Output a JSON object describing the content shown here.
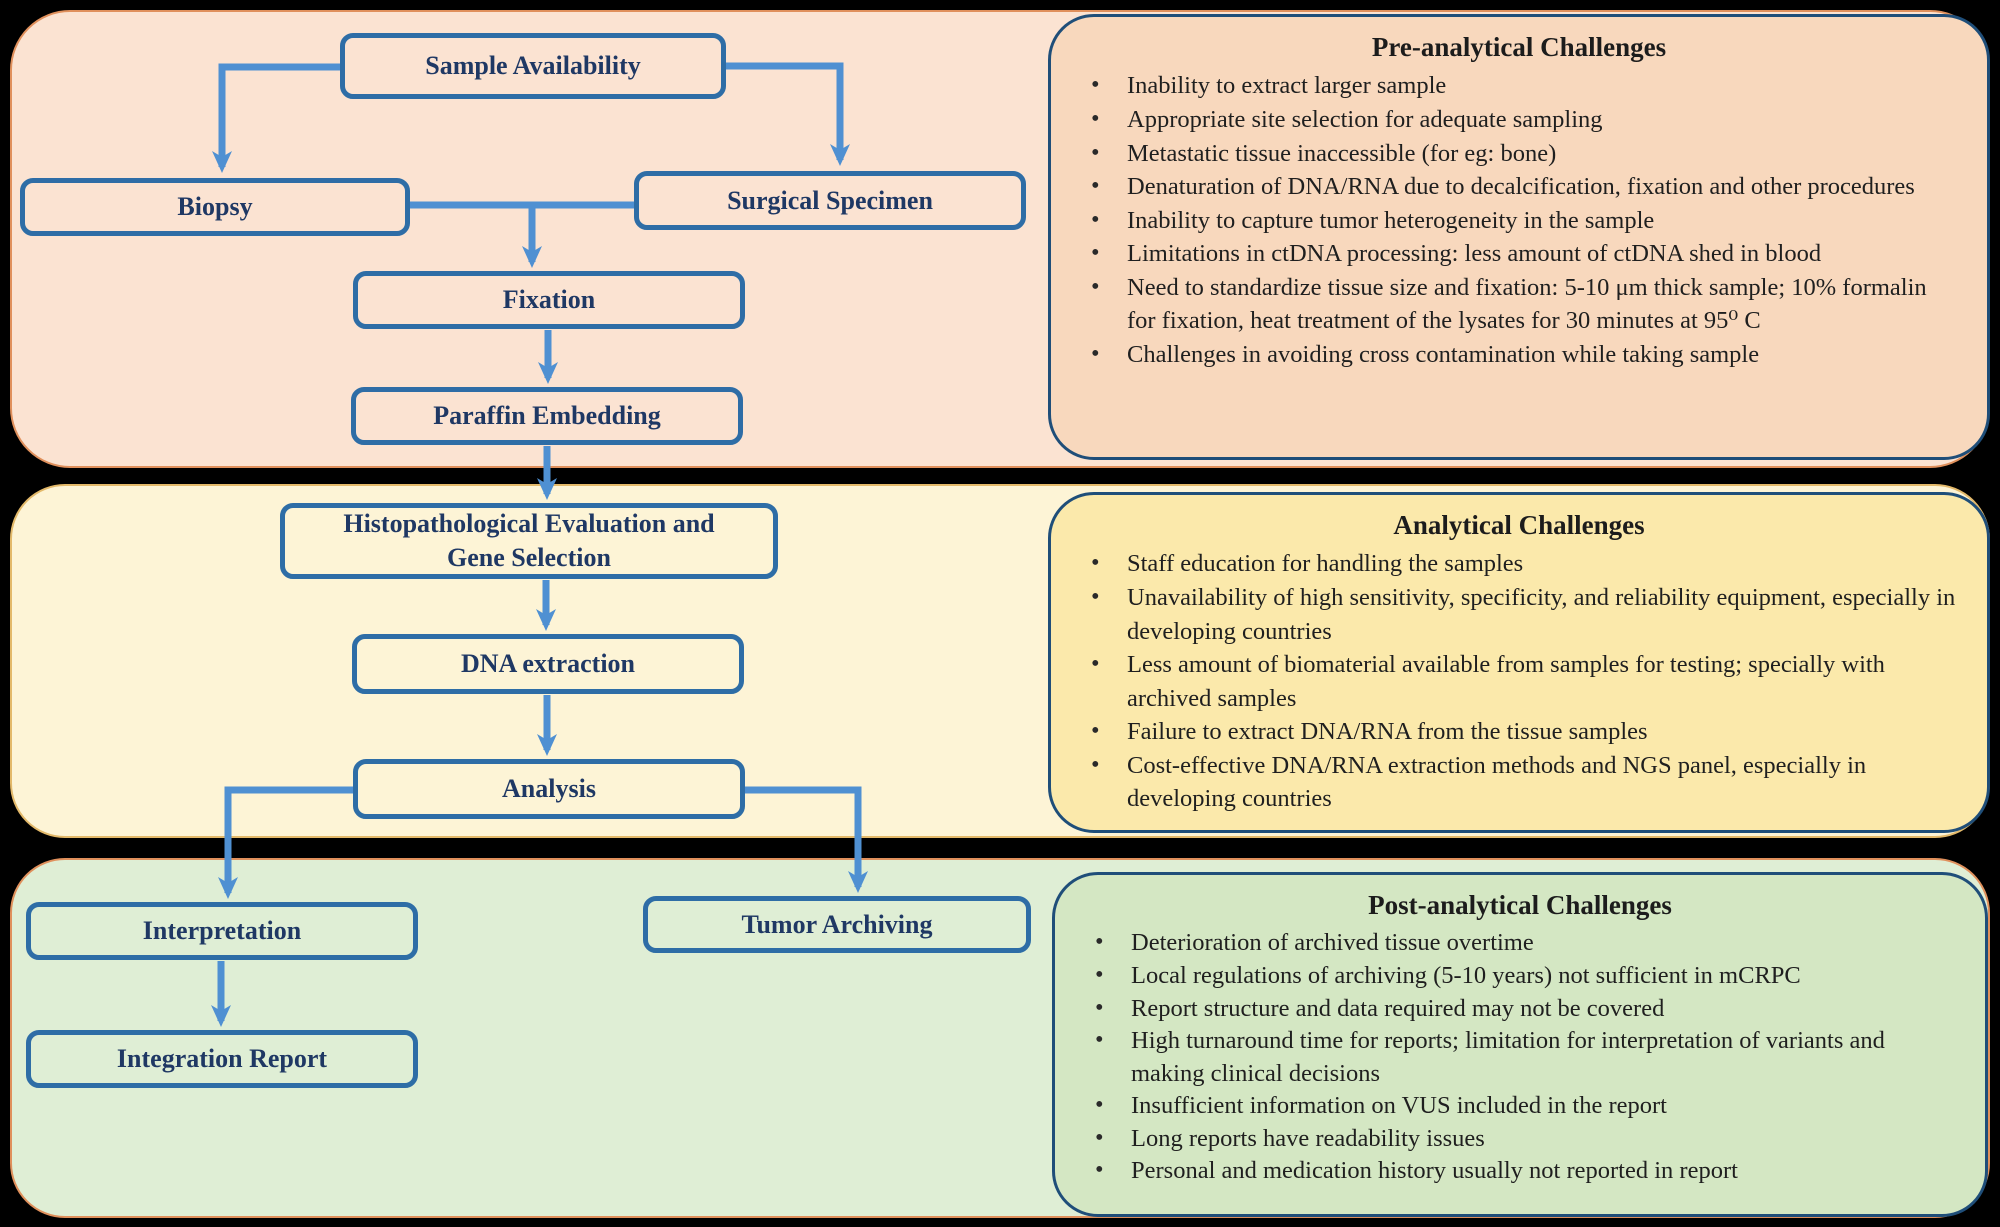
{
  "figure": {
    "type": "flowchart-with-challenge-panels",
    "description_visible": "Tissue sample workflow with pre-analytical, analytical and post-analytical challenges"
  },
  "flowchart": {
    "nodes": {
      "sample_availability": "Sample Availability",
      "biopsy": "Biopsy",
      "surgical_specimen": "Surgical Specimen",
      "fixation": "Fixation",
      "paraffin_embedding": "Paraffin Embedding",
      "histopathological": "Histopathological Evaluation and Gene Selection",
      "dna_extraction": "DNA extraction",
      "analysis": "Analysis",
      "interpretation": "Interpretation",
      "tumor_archiving": "Tumor Archiving",
      "integration_report": "Integration Report"
    },
    "edges": [
      "Sample Availability -> Biopsy",
      "Sample Availability -> Surgical Specimen",
      "Biopsy + Surgical Specimen -> Fixation",
      "Fixation -> Paraffin Embedding",
      "Paraffin Embedding -> Histopathological Evaluation and Gene Selection",
      "Histopathological Evaluation and Gene Selection -> DNA extraction",
      "DNA extraction -> Analysis",
      "Analysis -> Interpretation",
      "Analysis -> Tumor Archiving",
      "Interpretation -> Integration Report"
    ]
  },
  "panels": [
    {
      "title": "Pre-analytical Challenges",
      "items": [
        "Inability to extract larger sample",
        "Appropriate site selection for adequate sampling",
        "Metastatic tissue inaccessible (for eg: bone)",
        "Denaturation of DNA/RNA due to decalcification, fixation and other procedures",
        "Inability to capture tumor heterogeneity in the sample",
        "Limitations in ctDNA processing: less amount of ctDNA shed in blood",
        "Need to standardize tissue size and fixation: 5-10 μm thick sample; 10% formalin for fixation, heat treatment of the lysates for 30 minutes at 95⁰ C",
        "Challenges in avoiding cross contamination while taking sample"
      ]
    },
    {
      "title": "Analytical Challenges",
      "items": [
        "Staff education for handling the samples",
        "Unavailability of high sensitivity, specificity, and reliability equipment, especially in developing countries",
        "Less amount of biomaterial available from samples for testing; specially with archived samples",
        "Failure to extract DNA/RNA from the tissue samples",
        "Cost-effective DNA/RNA extraction methods and NGS panel, especially in developing countries"
      ]
    },
    {
      "title": "Post-analytical Challenges",
      "items": [
        "Deterioration of archived tissue overtime",
        "Local regulations of archiving (5-10 years) not sufficient in mCRPC",
        "Report structure and data required may not be covered",
        "High turnaround time for reports; limitation for interpretation of variants and making clinical decisions",
        "Insufficient information on VUS included in the report",
        "Long reports have readability issues",
        "Personal and medication history usually not reported in report"
      ]
    }
  ],
  "colors": {
    "band_pre_analytical": "#fbe3d2",
    "panel_pre_analytical": "#f8d8bd",
    "band_analytical": "#fdf4d6",
    "panel_analytical": "#fbe9ab",
    "band_post_analytical": "#dfeed5",
    "panel_post_analytical": "#d4e7c3",
    "node_border": "#2e6da6",
    "panel_border": "#1f4e79",
    "arrow": "#4f90d2",
    "node_text": "#1f3864",
    "background": "#000000"
  }
}
